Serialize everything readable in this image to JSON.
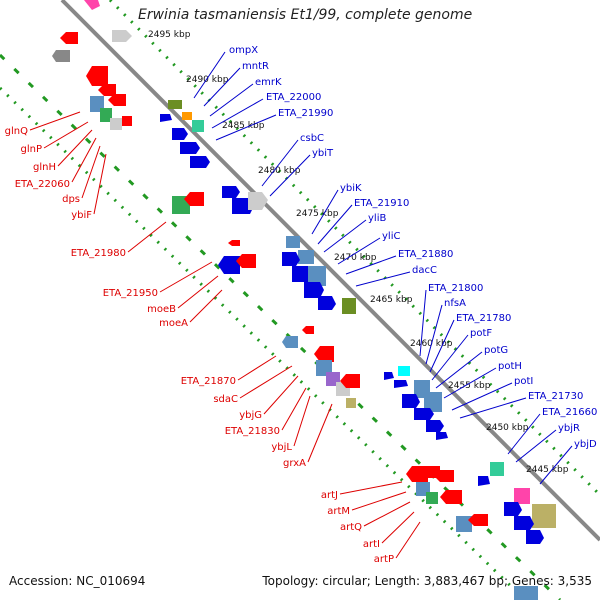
{
  "title": "Erwinia tasmaniensis Et1/99, complete genome",
  "accession_text": "Accession: NC_010694",
  "topology_text": "Topology: circular; Length: 3,883,467 bp; Genes: 3,535",
  "colors": {
    "forward_label": "#0000cc",
    "reverse_label": "#dd0000",
    "backbone": "#888888",
    "dotted_track": "#229922"
  },
  "ticks": [
    "2495 kbp",
    "2490 kbp",
    "2485 kbp",
    "2480 kbp",
    "2475 kbp",
    "2470 kbp",
    "2465 kbp",
    "2460 kbp",
    "2455 kbp",
    "2450 kbp",
    "2445 kbp"
  ],
  "forward_genes": [
    "ompX",
    "mntR",
    "emrK",
    "ETA_22000",
    "ETA_21990",
    "csbC",
    "ybiT",
    "ybiK",
    "ETA_21910",
    "yliB",
    "yliC",
    "ETA_21880",
    "dacC",
    "ETA_21800",
    "nfsA",
    "ETA_21780",
    "potF",
    "potG",
    "potH",
    "potI",
    "ETA_21730",
    "ETA_21660",
    "ybjR",
    "ybjD"
  ],
  "reverse_genes": [
    "glnQ",
    "glnP",
    "glnH",
    "ETA_22060",
    "dps",
    "ybiF",
    "ETA_21980",
    "ETA_21950",
    "moeB",
    "moeA",
    "ETA_21870",
    "sdaC",
    "ybjG",
    "ETA_21830",
    "ybjL",
    "grxA",
    "artJ",
    "artM",
    "artQ",
    "artI",
    "artP"
  ]
}
